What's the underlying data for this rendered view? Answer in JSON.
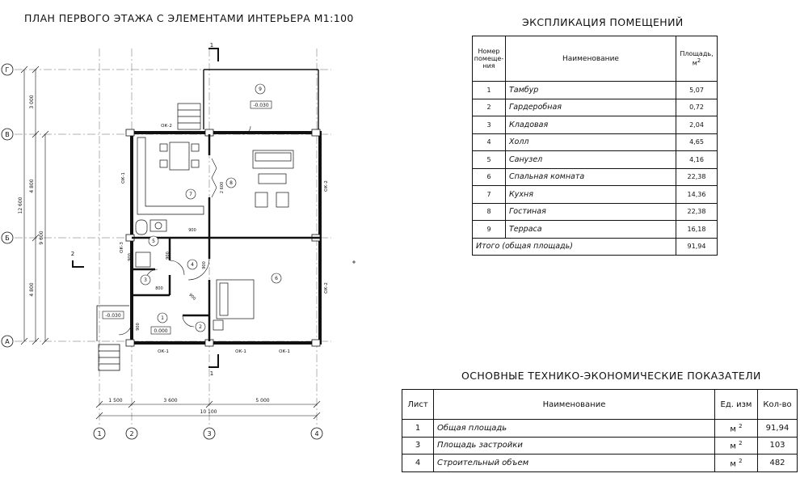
{
  "plan": {
    "title": "ПЛАН ПЕРВОГО ЭТАЖА С ЭЛЕМЕНТАМИ ИНТЕРЬЕРА М1:100",
    "axes_letters": [
      "Г",
      "В",
      "Б",
      "А"
    ],
    "axes_numbers": [
      "1",
      "2",
      "3",
      "4"
    ],
    "left_dims": [
      "3 000",
      "4 800",
      "4 800",
      "9 600",
      "12 600"
    ],
    "bottom_dims": [
      "1 500",
      "3 600",
      "5 000",
      "10 100"
    ],
    "room_numbers": [
      "1",
      "2",
      "3",
      "4",
      "5",
      "6",
      "7",
      "8",
      "9"
    ],
    "elevations": [
      "-0.030",
      "-0.030",
      "0.000"
    ],
    "window_labels": [
      "ОК-2",
      "ОК-1",
      "ОК-3",
      "ОК-2",
      "ОК-2",
      "ОК-1",
      "ОК-1",
      "ОК-1"
    ],
    "door_dims": [
      "2 600",
      "900",
      "900",
      "900",
      "900",
      "800",
      "900",
      "900"
    ],
    "section_marks": [
      "1",
      "1",
      "2"
    ]
  },
  "explication": {
    "title": "ЭКСПЛИКАЦИЯ ПОМЕЩЕНИЙ",
    "headers": {
      "num": "Номер помеще-ния",
      "name": "Наименование",
      "area": "Площадь, м",
      "area_sup": "2"
    },
    "rows": [
      {
        "num": "1",
        "name": "Тамбур",
        "area": "5,07"
      },
      {
        "num": "2",
        "name": "Гардеробная",
        "area": "0,72"
      },
      {
        "num": "3",
        "name": "Кладовая",
        "area": "2,04"
      },
      {
        "num": "4",
        "name": "Холл",
        "area": "4,65"
      },
      {
        "num": "5",
        "name": "Санузел",
        "area": "4,16"
      },
      {
        "num": "6",
        "name": "Спальная комната",
        "area": "22,38"
      },
      {
        "num": "7",
        "name": "Кухня",
        "area": "14,36"
      },
      {
        "num": "8",
        "name": "Гостиная",
        "area": "22,38"
      },
      {
        "num": "9",
        "name": "Терраса",
        "area": "16,18"
      }
    ],
    "total": {
      "label": "Итого (общая площадь)",
      "area": "91,94"
    }
  },
  "tep": {
    "title": "ОСНОВНЫЕ ТЕХНИКО-ЭКОНОМИЧЕСКИЕ ПОКАЗАТЕЛИ",
    "headers": {
      "sheet": "Лист",
      "name": "Наименование",
      "unit": "Ед. изм",
      "qty": "Кол-во"
    },
    "rows": [
      {
        "sheet": "1",
        "name": "Общая площадь",
        "unit": "м",
        "unit_sup": "2",
        "qty": "91,94"
      },
      {
        "sheet": "3",
        "name": "Площадь застройки",
        "unit": "м",
        "unit_sup": "2",
        "qty": "103"
      },
      {
        "sheet": "4",
        "name": "Строительный объем",
        "unit": "м",
        "unit_sup": "2",
        "qty": "482"
      }
    ]
  }
}
